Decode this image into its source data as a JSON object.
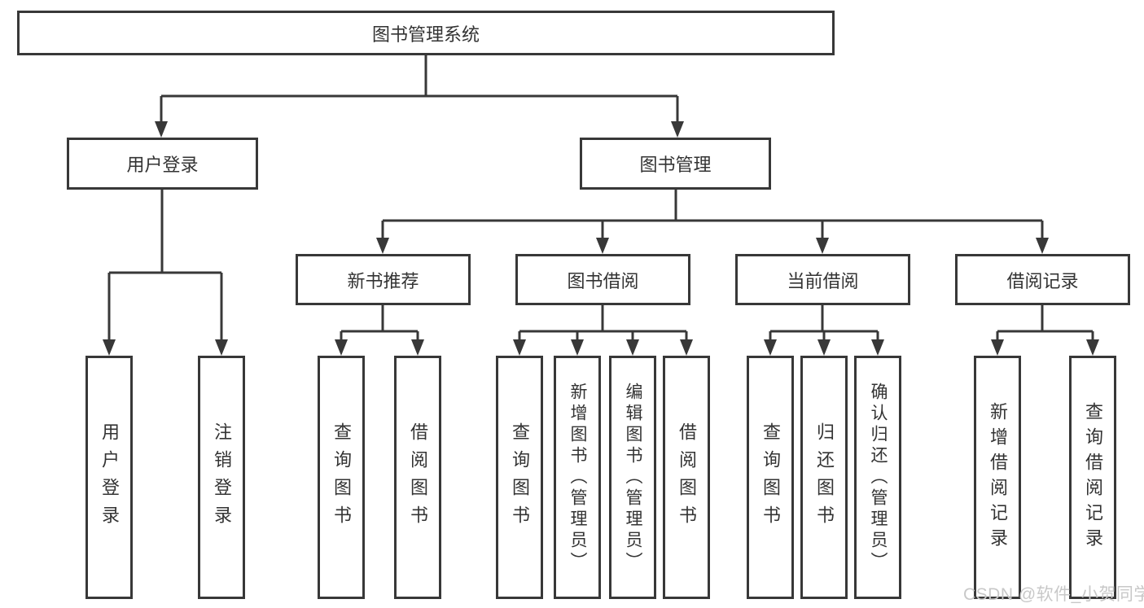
{
  "colors": {
    "line": "#383838",
    "node_border": "#383838",
    "node_text": "#333333",
    "background": "#ffffff",
    "watermark": "#c8c8c8"
  },
  "watermark": {
    "text": "CSDN @软件_小贺同学"
  },
  "tree": {
    "root": {
      "label": "图书管理系统",
      "children": [
        {
          "label": "用户登录",
          "children": [
            {
              "label": "用户登录"
            },
            {
              "label": "注销登录"
            }
          ]
        },
        {
          "label": "图书管理",
          "children": [
            {
              "label": "新书推荐",
              "children": [
                {
                  "label": "查询图书"
                },
                {
                  "label": "借阅图书"
                }
              ]
            },
            {
              "label": "图书借阅",
              "children": [
                {
                  "label": "查询图书"
                },
                {
                  "label": "新增图书（管理员）"
                },
                {
                  "label": "编辑图书（管理员）"
                },
                {
                  "label": "借阅图书"
                }
              ]
            },
            {
              "label": "当前借阅",
              "children": [
                {
                  "label": "查询图书"
                },
                {
                  "label": "归还图书"
                },
                {
                  "label": "确认归还（管理员）"
                }
              ]
            },
            {
              "label": "借阅记录",
              "children": [
                {
                  "label": "新增借阅记录"
                },
                {
                  "label": "查询借阅记录"
                }
              ]
            }
          ]
        }
      ]
    }
  }
}
